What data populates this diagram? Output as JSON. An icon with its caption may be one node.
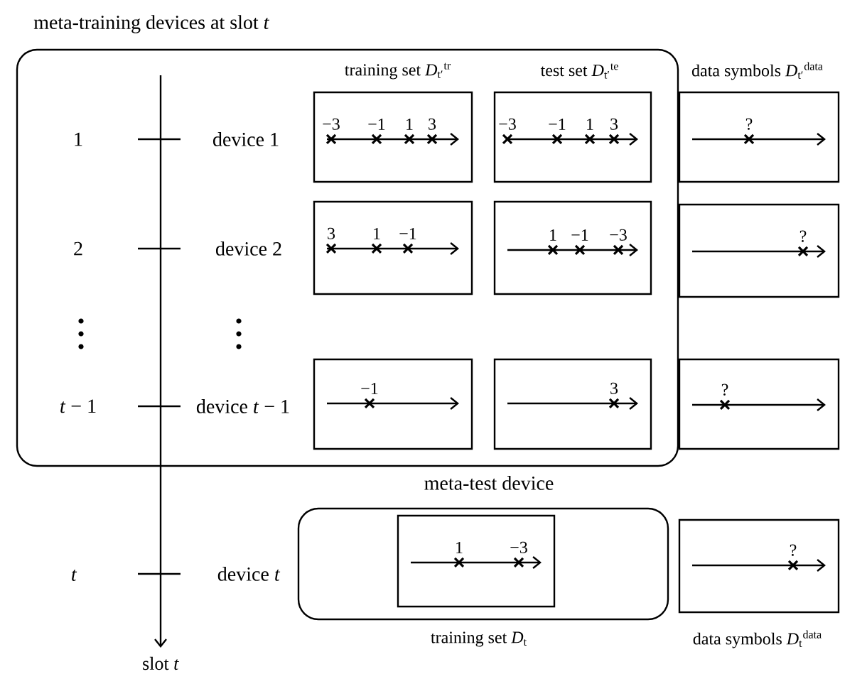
{
  "diagram": {
    "nodes": [
      {
        "text": [
          "meta-training devices at slot *t*"
        ]
      },
      {
        "text": [
          "−3",
          "−1",
          "1",
          "3"
        ],
        "in": 0
      },
      {
        "text": [
          "−3",
          "−1",
          "1",
          "3"
        ],
        "in": 0
      },
      {
        "text": [
          "?"
        ]
      },
      {
        "text": [
          "3",
          "1",
          "−1"
        ],
        "in": 0
      },
      {
        "text": [
          "1",
          "−1",
          "−3"
        ],
        "in": 0
      },
      {
        "text": [
          "?"
        ]
      },
      {
        "text": [
          "−1"
        ],
        "in": 0
      },
      {
        "text": [
          "3"
        ],
        "in": 0
      },
      {
        "text": [
          "?"
        ]
      },
      {
        "text": [
          "meta-test device"
        ]
      },
      {
        "text": [
          "1",
          "−3"
        ],
        "in": 10,
        "beside": [
          "training set *D*$_{t}$"
        ]
      },
      {
        "text": [
          "?"
        ],
        "beside": [
          "data symbols *D*$_{t}$$^{data}$"
        ]
      }
    ],
    "edges": [],
    "labels": [
      "training set *D*$_{t′}$$^{tr}$",
      "test set *D*$_{t′}$$^{te}$",
      "data symbols *D*$_{t′}$$^{data}$",
      "1",
      "device 1",
      "2",
      "device 2",
      "*t* − 1",
      "device *t* − 1",
      "*t*",
      "device *t*",
      "slot *t*"
    ]
  }
}
